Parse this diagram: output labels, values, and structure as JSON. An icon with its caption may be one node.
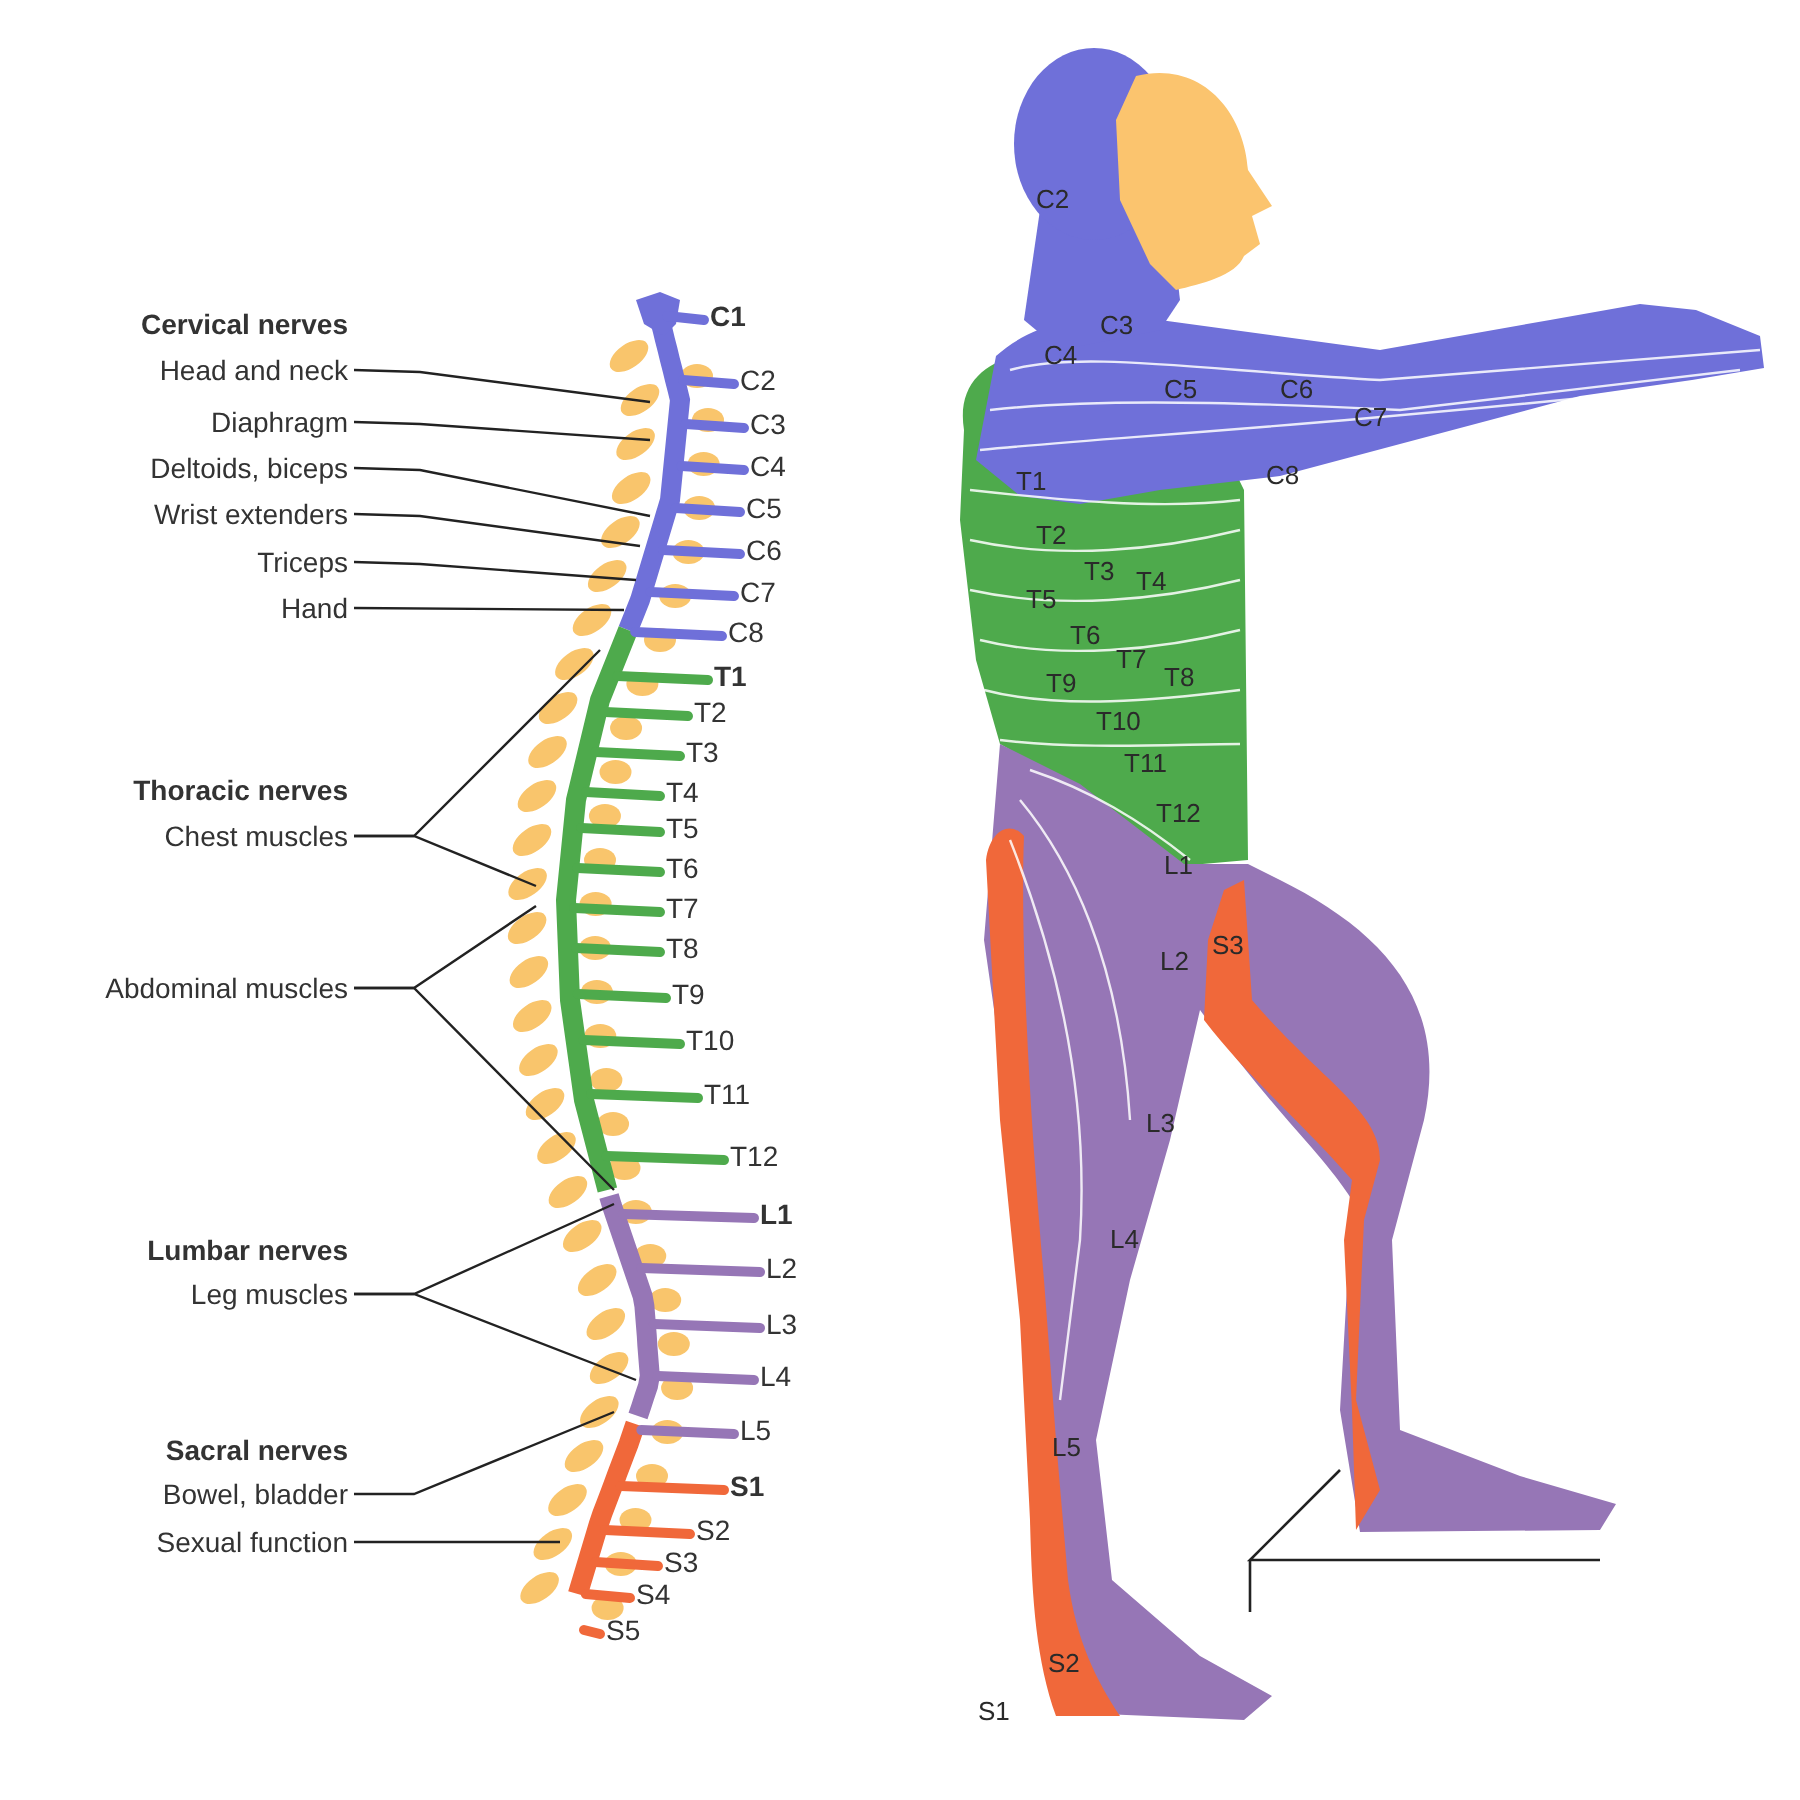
{
  "diagram": {
    "nodes": [
      {
        "text": [
          "Head and neck"
        ]
      },
      {
        "text": [
          "Diaphragm"
        ]
      },
      {
        "text": [
          "Deltoids, biceps"
        ]
      },
      {
        "text": [
          "Wrist extenders"
        ]
      },
      {
        "text": [
          "Triceps"
        ]
      },
      {
        "text": [
          "Hand"
        ]
      },
      {
        "text": [
          "Chest muscles"
        ]
      },
      {
        "text": [
          "Abdominal muscles"
        ]
      },
      {
        "text": [
          "Leg muscles"
        ]
      },
      {
        "text": [
          "Bowel, bladder"
        ]
      },
      {
        "text": [
          "Sexual function"
        ]
      }
    ],
    "edges": [
      {
        "from": 0,
        "to": null,
        "arrow": "none"
      },
      {
        "from": 1,
        "to": null,
        "arrow": "none"
      },
      {
        "from": 2,
        "to": null,
        "arrow": "none"
      },
      {
        "from": 3,
        "to": null,
        "arrow": "none"
      },
      {
        "from": 4,
        "to": null,
        "arrow": "none"
      },
      {
        "from": 5,
        "to": null,
        "arrow": "none"
      },
      {
        "from": 6,
        "to": null,
        "arrow": "none"
      },
      {
        "from": 6,
        "to": null,
        "arrow": "none"
      },
      {
        "from": 7,
        "to": null,
        "arrow": "none"
      },
      {
        "from": 7,
        "to": null,
        "arrow": "none"
      },
      {
        "from": 8,
        "to": null,
        "arrow": "none"
      },
      {
        "from": 8,
        "to": null,
        "arrow": "none"
      },
      {
        "from": 9,
        "to": null,
        "arrow": "none"
      },
      {
        "from": 10,
        "to": null,
        "arrow": "none"
      }
    ],
    "labels": [
      "Cervical nerves",
      "Thoracic nerves",
      "Lumbar nerves",
      "Sacral nerves",
      "C1",
      "C2",
      "C3",
      "C4",
      "C5",
      "C6",
      "C7",
      "C8",
      "T1",
      "T2",
      "T3",
      "T4",
      "T5",
      "T6",
      "T7",
      "T8",
      "T9",
      "T10",
      "T11",
      "T12",
      "L1",
      "L2",
      "L3",
      "L4",
      "L5",
      "S1",
      "S2",
      "S3",
      "S4",
      "S5",
      "C2",
      "C3",
      "C4",
      "C5",
      "C6",
      "C7",
      "C8",
      "T1",
      "T2",
      "T3",
      "T4",
      "T5",
      "T6",
      "T7",
      "T8",
      "T9",
      "T10",
      "T11",
      "T12",
      "L1",
      "L2",
      "S3",
      "L3",
      "L4",
      "L5",
      "S2",
      "S1"
    ]
  }
}
